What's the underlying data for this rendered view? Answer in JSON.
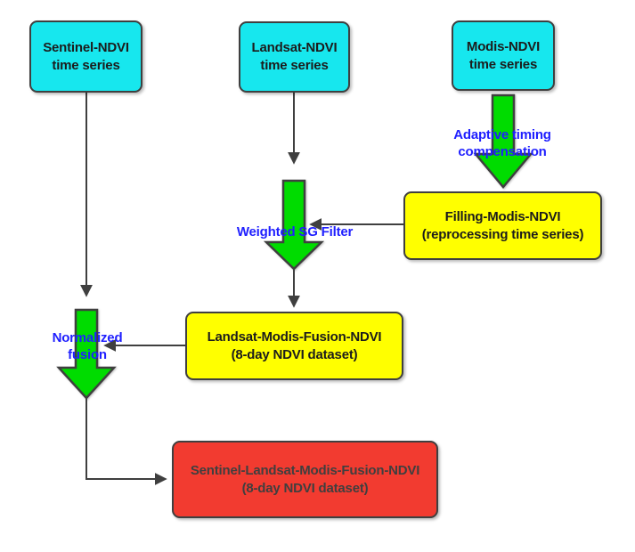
{
  "diagram": {
    "colors": {
      "cyan": "#17e7ee",
      "yellow": "#ffff00",
      "green": "#00dc00",
      "red": "#f23b30",
      "border": "#3f3f3f",
      "label_blue": "#1f1fff",
      "box_text": "#1c1c1c",
      "red_box_text": "#3f3f3f",
      "background": "#ffffff"
    },
    "nodes": {
      "sentinel": {
        "line1": "Sentinel-NDVI",
        "line2": "time series"
      },
      "landsat": {
        "line1": "Landsat-NDVI",
        "line2": "time series"
      },
      "modis": {
        "line1": "Modis-NDVI",
        "line2": "time series"
      },
      "filling": {
        "line1": "Filling-Modis-NDVI",
        "line2": "(reprocessing time series)"
      },
      "landsat_modis_fusion": {
        "line1": "Landsat-Modis-Fusion-NDVI",
        "line2": "(8-day NDVI dataset)"
      },
      "sentinel_landsat_modis_fusion": {
        "line1": "Sentinel-Landsat-Modis-Fusion-NDVI",
        "line2": "(8-day NDVI dataset)"
      }
    },
    "labels": {
      "adaptive_timing": {
        "line1": "Adaptive timing",
        "line2": "compensation"
      },
      "weighted_sg": {
        "line1": "Weighted SG Filter"
      },
      "normalized_fusion": {
        "line1": "Normalized",
        "line2": "fusion"
      }
    }
  }
}
